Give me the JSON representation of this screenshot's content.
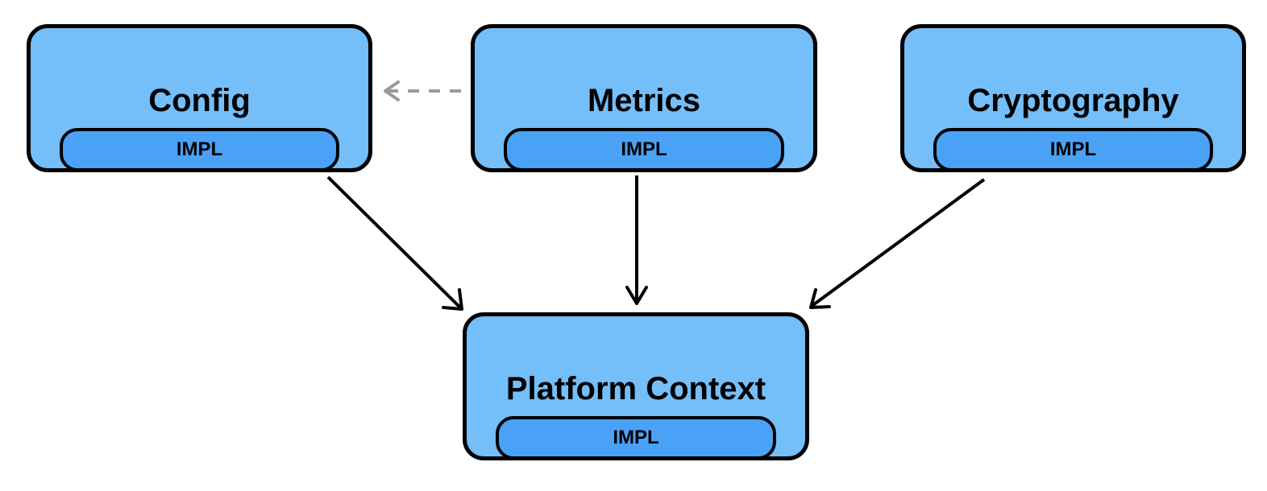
{
  "colors": {
    "node_fill": "#74bef9",
    "impl_fill": "#4aa2f6",
    "border": "#000000",
    "dashed_arrow": "#9a9a9a"
  },
  "nodes": {
    "config": {
      "title": "Config",
      "impl": "IMPL"
    },
    "metrics": {
      "title": "Metrics",
      "impl": "IMPL"
    },
    "cryptography": {
      "title": "Cryptography",
      "impl": "IMPL"
    },
    "platform_context": {
      "title": "Platform Context",
      "impl": "IMPL"
    }
  },
  "edges": [
    {
      "from": "metrics",
      "to": "config",
      "style": "dashed"
    },
    {
      "from": "config",
      "to": "platform_context",
      "style": "solid"
    },
    {
      "from": "metrics",
      "to": "platform_context",
      "style": "solid"
    },
    {
      "from": "cryptography",
      "to": "platform_context",
      "style": "solid"
    }
  ]
}
